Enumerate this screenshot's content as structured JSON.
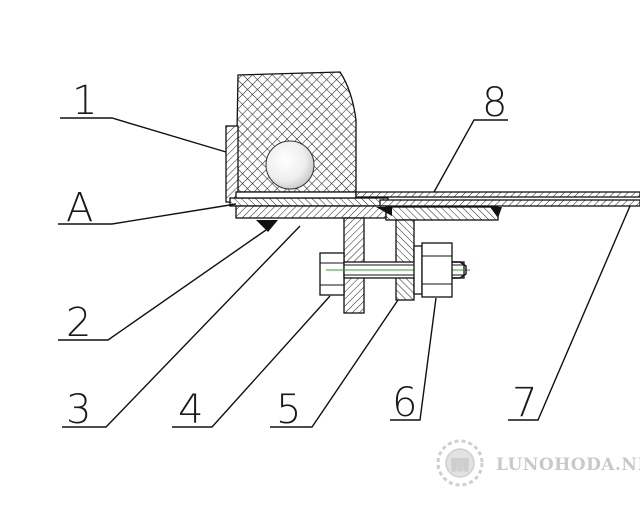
{
  "diagram": {
    "callouts": {
      "c1": "1",
      "cA": "A",
      "c2": "2",
      "c3": "3",
      "c4": "4",
      "c5": "5",
      "c6": "6",
      "c7": "7",
      "c8": "8"
    },
    "watermark": "LUNOHODA.NET",
    "colors": {
      "line": "#111111",
      "hatch": "#222222",
      "watermark": "#c9c9c9",
      "bolt_axis": "#3a9a3a"
    }
  }
}
